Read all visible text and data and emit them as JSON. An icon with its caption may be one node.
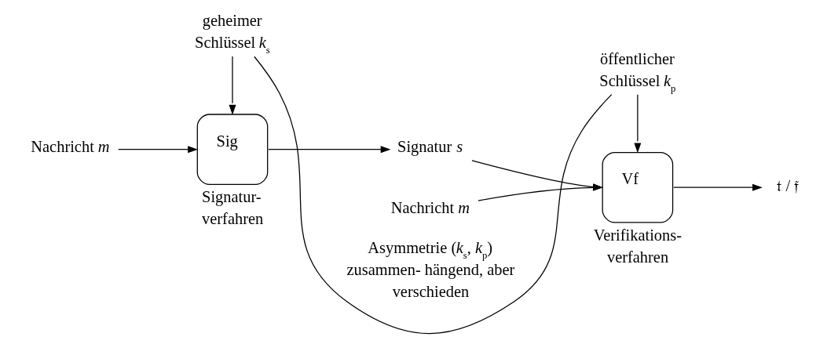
{
  "diagram": {
    "nodes": [
      {
        "text": [
          "Nachricht *m*"
        ]
      },
      {
        "text": [
          "Sig"
        ],
        "beside": [
          "Signatur- verfahren"
        ]
      },
      {
        "text": [
          "geheimer Schlüssel *k*$_{s}$"
        ]
      },
      {
        "text": [
          "öffentlicher Schlüssel *k*$_{p}$"
        ]
      },
      {
        "text": [
          "Signatur *s*"
        ]
      },
      {
        "text": [
          "Nachricht *m*"
        ]
      },
      {
        "text": [
          "Vf"
        ],
        "beside": [
          "Verifikations- verfahren"
        ]
      },
      {
        "text": [
          "𝔱 / 𝔣"
        ]
      }
    ],
    "edges": [
      {
        "from": 0,
        "to": 1,
        "arrow": "to"
      },
      {
        "from": 2,
        "to": 1,
        "arrow": "to"
      },
      {
        "from": 1,
        "to": 4,
        "arrow": "to"
      },
      {
        "from": 4,
        "to": 6,
        "arrow": "to"
      },
      {
        "from": 5,
        "to": 6,
        "arrow": "to"
      },
      {
        "from": 3,
        "to": 6,
        "arrow": "to"
      },
      {
        "from": 6,
        "to": 7,
        "arrow": "to"
      },
      {
        "from": 2,
        "to": 3,
        "arrow": "none",
        "label": "Asymmetrie (*k*$_{s}$, *k*$_{p}$) zusammen- hängend, aber verschieden"
      }
    ]
  }
}
